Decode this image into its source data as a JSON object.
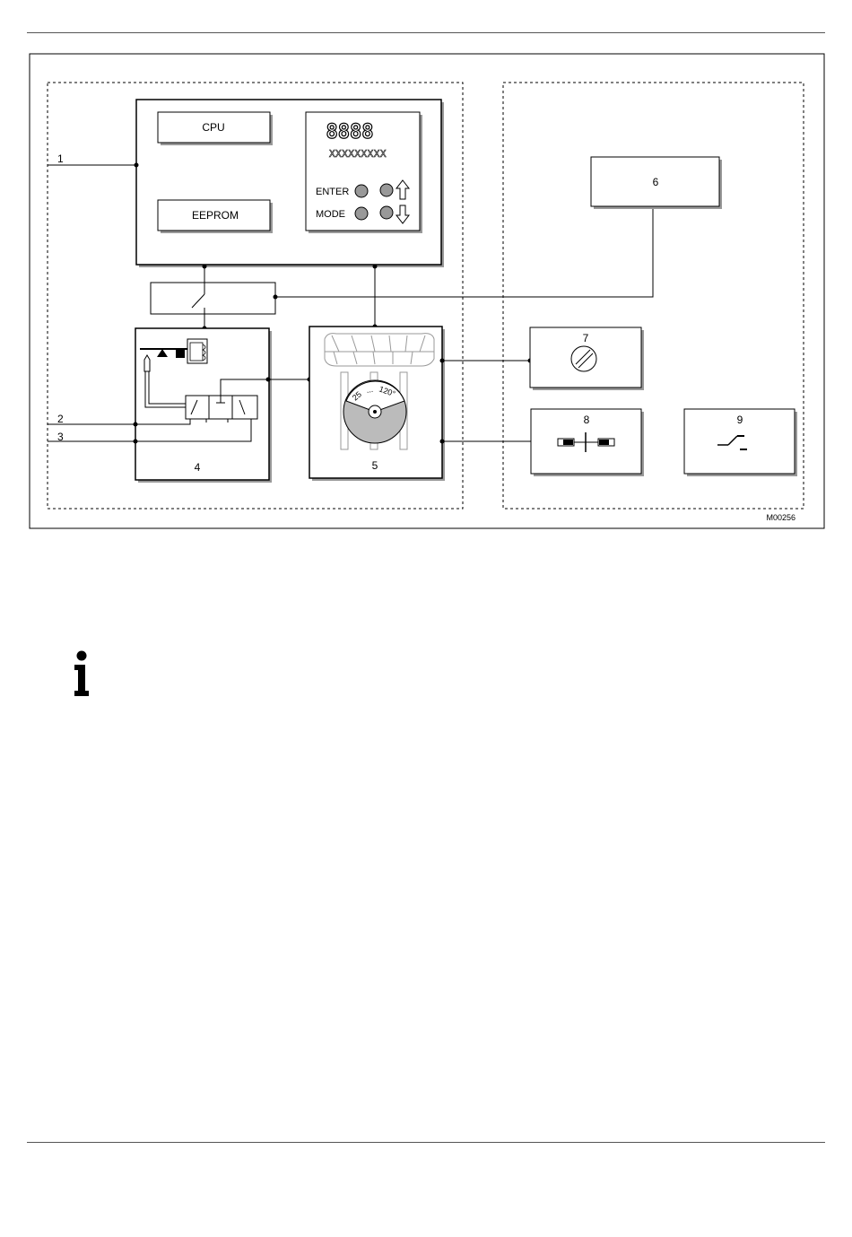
{
  "diagram": {
    "figure_id": "M00256",
    "cpu_label": "CPU",
    "eeprom_label": "EEPROM",
    "display": {
      "digits": "8888",
      "segment_text": "XXXXXXXXX",
      "enter_label": "ENTER",
      "mode_label": "MODE"
    },
    "callouts": {
      "c1": "1",
      "c2": "2",
      "c3": "3",
      "c4": "4",
      "c5": "5",
      "c6": "6",
      "c7": "7",
      "c8": "8",
      "c9": "9"
    },
    "angle_scale": {
      "min": "25",
      "dots": "...",
      "max": "120°"
    }
  },
  "info_icon": "info-icon"
}
